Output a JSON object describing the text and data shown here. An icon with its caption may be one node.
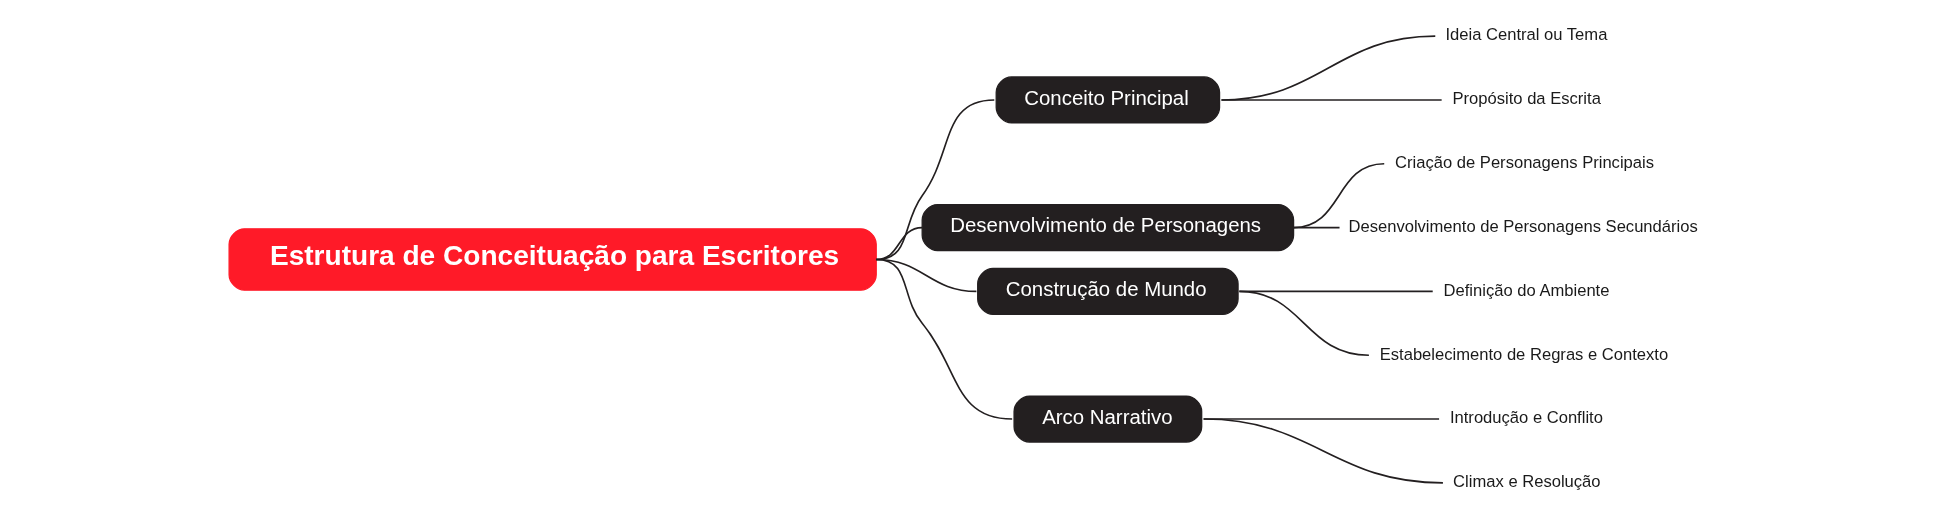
{
  "diagram": {
    "nodes": [
      {
        "text": [
          "Estrutura de Conceituação para Escritores"
        ]
      },
      {
        "text": [
          "Conceito Principal"
        ]
      },
      {
        "text": [
          "Ideia Central ou Tema"
        ]
      },
      {
        "text": [
          "Propósito da Escrita"
        ]
      },
      {
        "text": [
          "Desenvolvimento de Personagens"
        ]
      },
      {
        "text": [
          "Criação de Personagens Principais"
        ]
      },
      {
        "text": [
          "Desenvolvimento de Personagens Secundários"
        ]
      },
      {
        "text": [
          "Construção de Mundo"
        ]
      },
      {
        "text": [
          "Definição do Ambiente"
        ]
      },
      {
        "text": [
          "Estabelecimento de Regras e Contexto"
        ]
      },
      {
        "text": [
          "Arco Narrativo"
        ]
      },
      {
        "text": [
          "Introdução e Conflito"
        ]
      },
      {
        "text": [
          "Climax e Resolução"
        ]
      }
    ],
    "edges": [
      {
        "from": 0,
        "to": 1,
        "arrow": "none"
      },
      {
        "from": 1,
        "to": 2,
        "arrow": "none"
      },
      {
        "from": 1,
        "to": 3,
        "arrow": "none"
      },
      {
        "from": 0,
        "to": 4,
        "arrow": "none"
      },
      {
        "from": 4,
        "to": 5,
        "arrow": "none"
      },
      {
        "from": 4,
        "to": 6,
        "arrow": "none"
      },
      {
        "from": 0,
        "to": 7,
        "arrow": "none"
      },
      {
        "from": 7,
        "to": 8,
        "arrow": "none"
      },
      {
        "from": 7,
        "to": 9,
        "arrow": "none"
      },
      {
        "from": 0,
        "to": 10,
        "arrow": "none"
      },
      {
        "from": 10,
        "to": 11,
        "arrow": "none"
      },
      {
        "from": 10,
        "to": 12,
        "arrow": "none"
      }
    ]
  }
}
